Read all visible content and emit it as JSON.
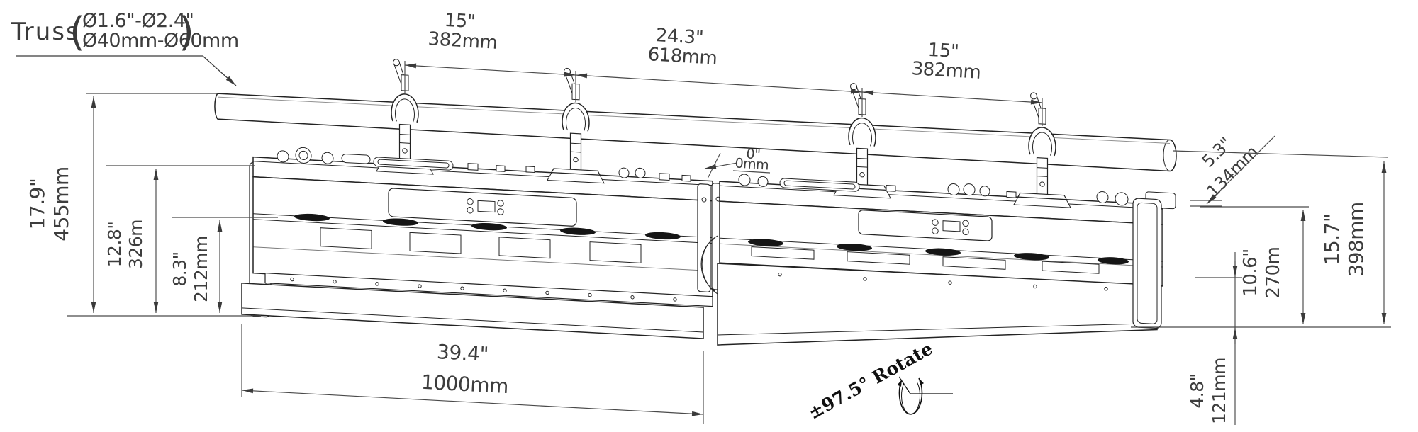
{
  "truss_label": {
    "name": "Truss",
    "paren_open": "(",
    "paren_close": ")",
    "spec_inches": "Ø1.6\"-Ø2.4\"",
    "spec_mm": "Ø40mm-Ø60mm"
  },
  "dimensions": {
    "top": [
      {
        "inches": "15\"",
        "mm": "382mm"
      },
      {
        "inches": "24.3\"",
        "mm": "618mm"
      },
      {
        "inches": "15\"",
        "mm": "382mm"
      }
    ],
    "left": [
      {
        "inches": "17.9\"",
        "mm": "455mm"
      },
      {
        "inches": "12.8\"",
        "mm": "326m"
      },
      {
        "inches": "8.3\"",
        "mm": "212mm"
      }
    ],
    "right": [
      {
        "inches": "5.3\"",
        "mm": "134mm"
      },
      {
        "inches": "15.7\"",
        "mm": "398mm"
      },
      {
        "inches": "10.6\"",
        "mm": "270m"
      },
      {
        "inches": "4.8\"",
        "mm": "121mm"
      }
    ],
    "bottom": {
      "inches": "39.4\"",
      "mm": "1000mm"
    },
    "zero": {
      "inches": "0\"",
      "mm": "0mm"
    }
  },
  "rotation_note": "±97.5° Rotate"
}
